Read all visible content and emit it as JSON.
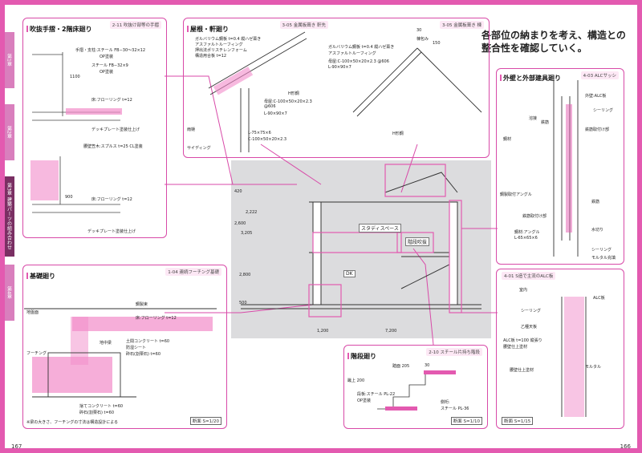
{
  "tabs": [
    {
      "label": "第1章"
    },
    {
      "label": "第2章"
    },
    {
      "label": "第3章 建築パーツの組み合わせ"
    },
    {
      "label": "第4章"
    }
  ],
  "heading": "各部位の納まりを考え、構造との整合性を確認していく。",
  "page_numbers": {
    "left": "167",
    "right": "166"
  },
  "panels": {
    "railing": {
      "title": "吹抜手摺・2階床廻り",
      "ref": "2-11 吹抜け部等の手摺",
      "notes": [
        "手摺・支柱:スチール FB−30〜32×12",
        "OP塗装",
        "スチール FB−32×9",
        "OP塗装",
        "床:フローリング t=12",
        "デッキプレート塗装仕上げ",
        "腰壁笠木:スプルス t=25 CL塗装",
        "床:フローリング t=12",
        "デッキプレート塗装仕上げ"
      ],
      "dims": [
        "1100",
        "900"
      ]
    },
    "roof": {
      "title": "屋根・軒廻り",
      "ref_left": "3-05 金属板葺き 軒先",
      "ref_right": "3-05 金属板葺き 棟",
      "notes": [
        "ガルバリウム鋼板 t=0.4 縦ハゼ葺き",
        "アスファルトルーフィング",
        "押出法ポリスチレンフォーム",
        "構造用合板 t=12",
        "H形鋼",
        "母屋:C-100×50×20×2.3",
        "@606",
        "L-90×90×7",
        "雨樋",
        "L-75×75×6",
        "C-100×50×20×2.3",
        "サイディング",
        "棟包み",
        "ガルバリウム鋼板 t=0.4 縦ハゼ葺き",
        "アスファルトルーフィング",
        "母屋:C-100×50×20×2.3 @606",
        "L-90×90×7",
        "H形鋼"
      ],
      "dims": [
        "30",
        "150"
      ]
    },
    "section": {
      "labels": [
        "スタディスペース",
        "階段吹抜",
        "DK"
      ],
      "dims": [
        "420",
        "2,600",
        "3,205",
        "2,222",
        "2,800",
        "500",
        "1,200",
        "7,200"
      ]
    },
    "wall": {
      "title": "外壁と外部建具廻り",
      "ref": "4-03 ALCサッシ",
      "notes": [
        "外壁:ALC板",
        "シーリング",
        "鉄筋",
        "鉄筋取付け部",
        "溶接",
        "鋼材",
        "鋼製取付アングル",
        "鉄筋",
        "鉄筋取付け部",
        "鋼材:アングル",
        "L-65×65×6",
        "水切り",
        "シーリング",
        "モルタル充填"
      ]
    },
    "alc": {
      "ref": "4-01 S造で主流のALC板",
      "notes": [
        "室内",
        "ALC板",
        "シーリング",
        "乙種天板",
        "ALC板 t=100 縦張り",
        "腰壁仕上塗材",
        "腰壁仕上塗材",
        "モルタル"
      ],
      "scale": "断面 S=1/15"
    },
    "foundation": {
      "title": "基礎廻り",
      "ref": "1-04 連続フーチング基礎",
      "notes": [
        "鋼製束",
        "地盤面",
        "床:フローリング t=12",
        "土間コンクリート t=60",
        "防湿シート",
        "砕石(割栗石) t=60",
        "地中梁",
        "フーチング",
        "捨てコンクリート t=60",
        "砕石(割栗石) t=60",
        "※梁の大きさ、フーチングの寸法は構造設計による"
      ],
      "scale": "断面 S=1/20"
    },
    "stair": {
      "title": "階段廻り",
      "ref": "2-10 スチール片持ち階段",
      "notes": [
        "踏面 205",
        "30",
        "段板:スチール PL-22",
        "OP塗装",
        "側桁:",
        "スチール PL-36"
      ],
      "dims": [
        "蹴上 200"
      ],
      "scale": "断面 S=1/10"
    }
  }
}
